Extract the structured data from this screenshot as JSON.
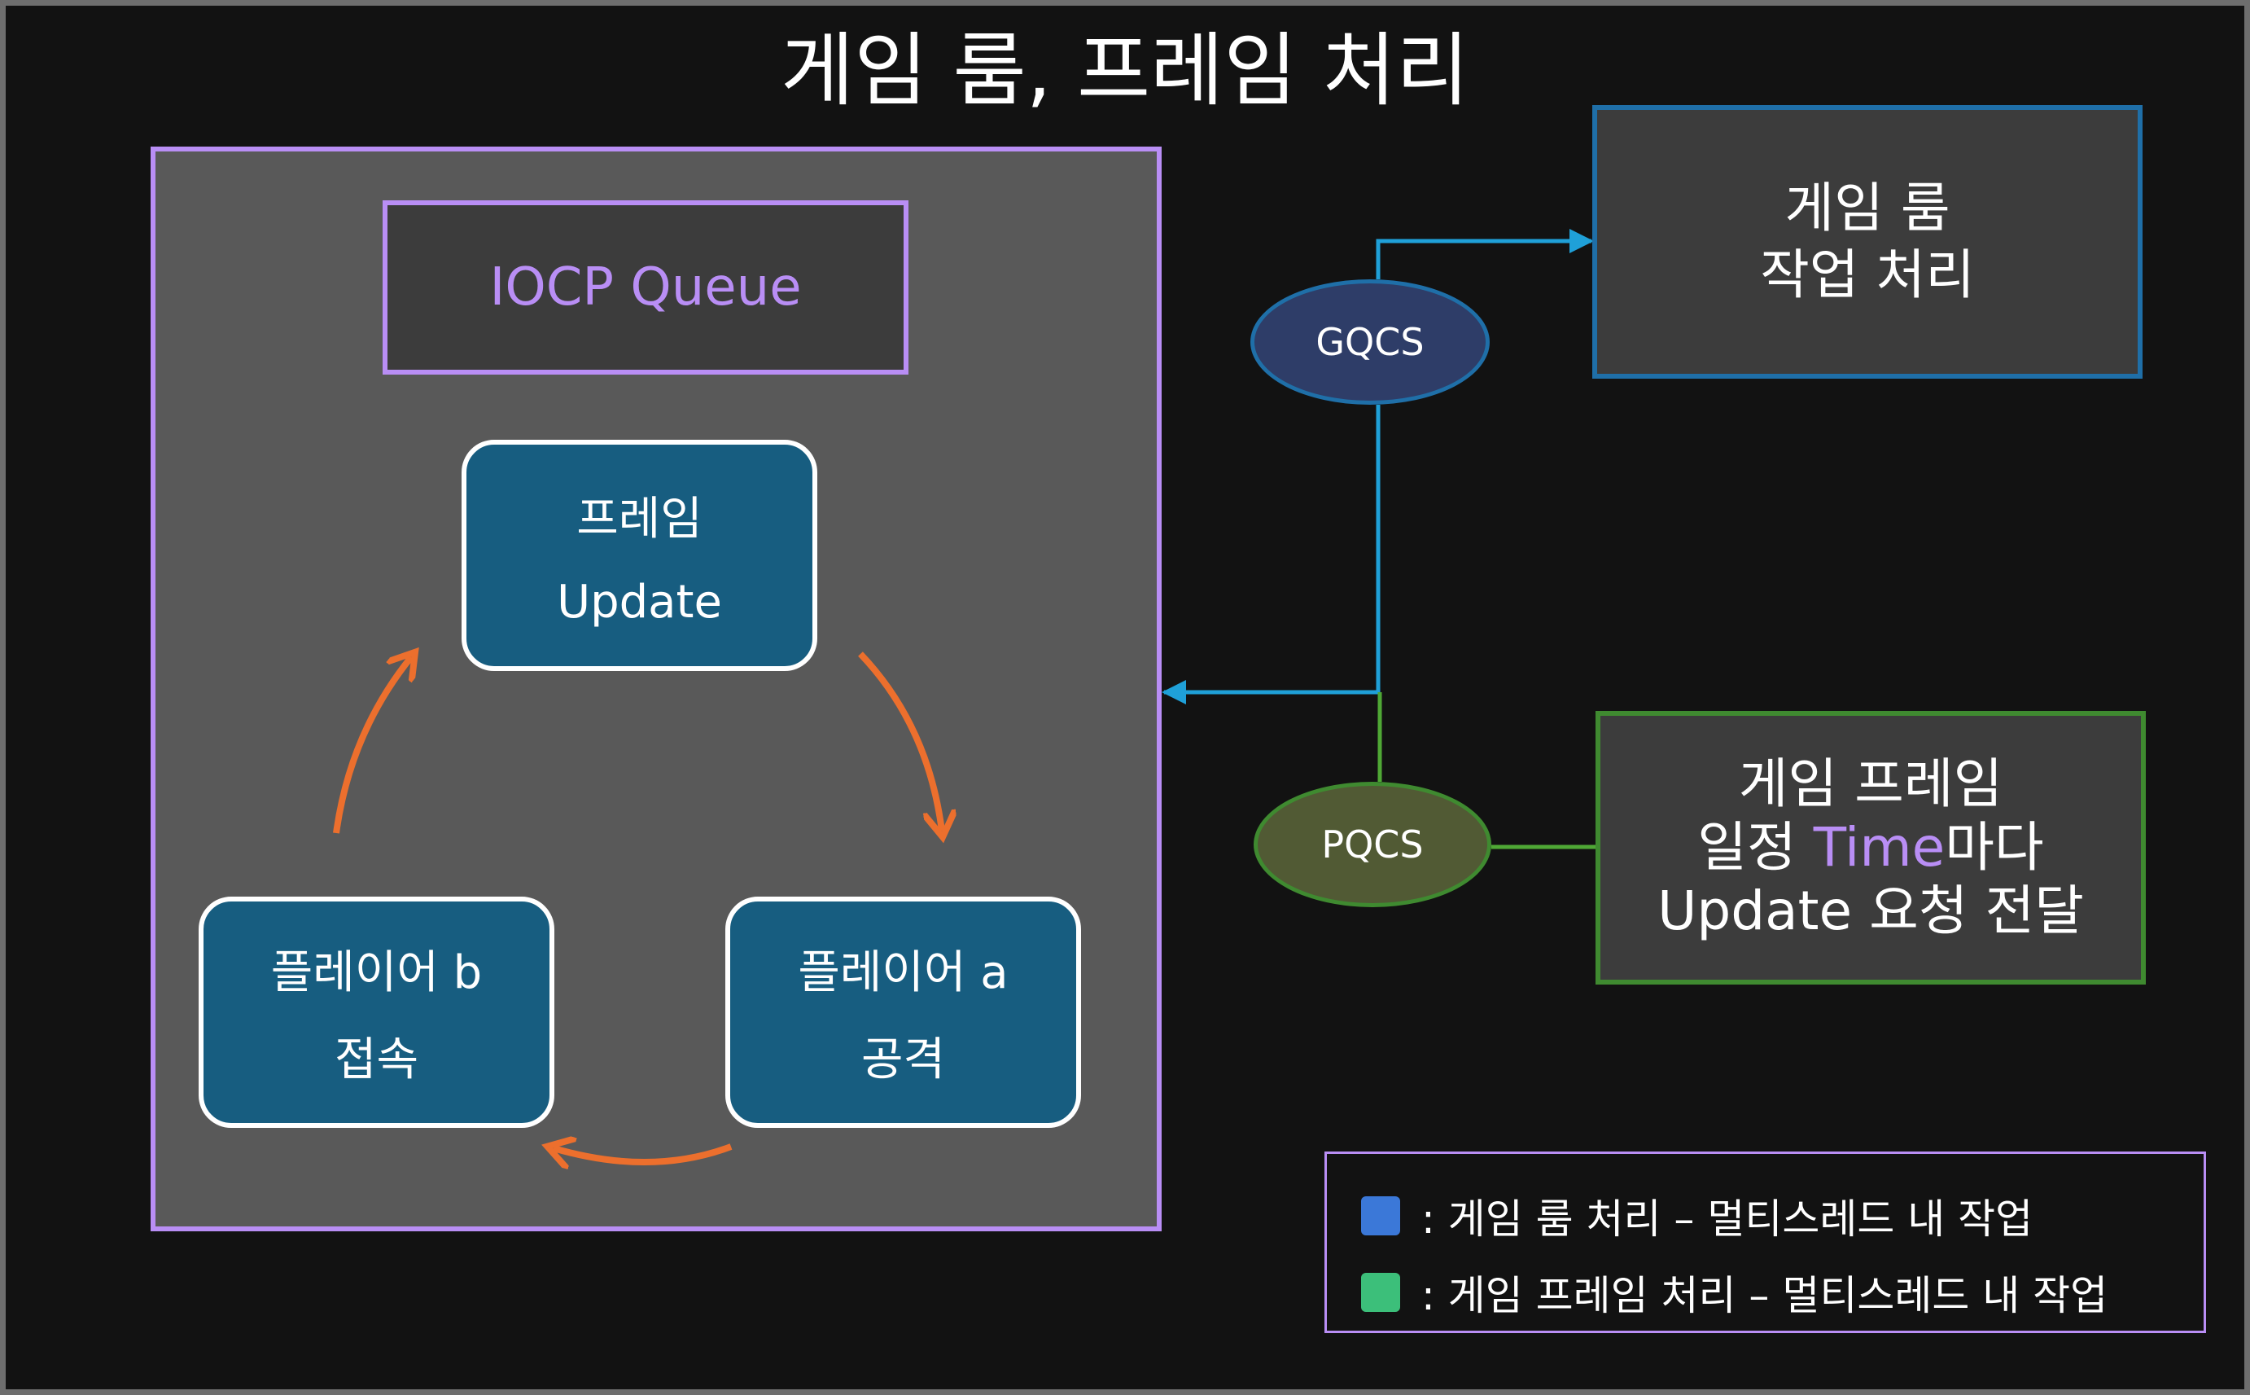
{
  "title": "게임 룸, 프레임 처리",
  "iocp": {
    "label": "IOCP Queue"
  },
  "tasks": {
    "frame": {
      "line1": "프레임",
      "line2": "Update"
    },
    "player_b": {
      "line1": "플레이어 b",
      "line2": "접속"
    },
    "player_a": {
      "line1": "플레이어 a",
      "line2": "공격"
    }
  },
  "gqcs": {
    "label": "GQCS"
  },
  "pqcs": {
    "label": "PQCS"
  },
  "room_box": {
    "line1": "게임 룸",
    "line2": "작업 처리"
  },
  "frame_box": {
    "line1": "게임 프레임",
    "line2_pre": "일정 ",
    "line2_highlight": "Time",
    "line2_post": "마다",
    "line3": "Update 요청 전달"
  },
  "legend": [
    {
      "text": ": 게임 룸 처리 – 멀티스레드 내 작업",
      "color": "#3b78d8"
    },
    {
      "text": ": 게임 프레임 처리 – 멀티스레드 내 작업",
      "color": "#3cbf7a"
    }
  ],
  "colors": {
    "server_border": "#b98ef5",
    "task_fill": "#175d80",
    "cycle_arrow": "#ec6f2d",
    "gqcs_line": "#1fa0d8",
    "pqcs_line": "#4fa835"
  }
}
